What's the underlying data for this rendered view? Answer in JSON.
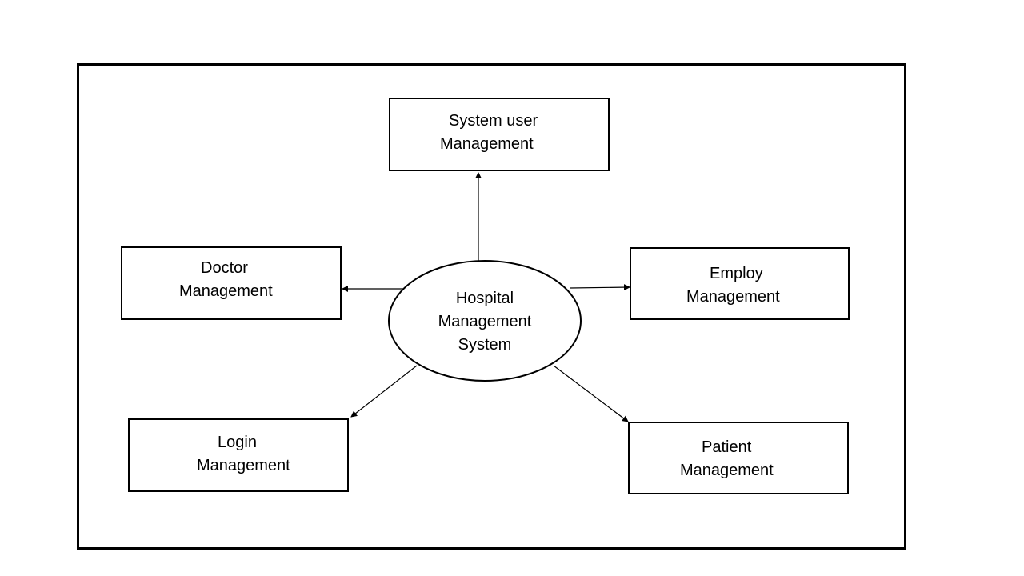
{
  "diagram": {
    "center": {
      "line1": "Hospital",
      "line2": "Management",
      "line3": "System"
    },
    "nodes": {
      "system_user": {
        "line1": "System user",
        "line2": "Management"
      },
      "doctor": {
        "line1": "Doctor",
        "line2": "Management"
      },
      "employ": {
        "line1": "Employ",
        "line2": "Management"
      },
      "login": {
        "line1": "Login",
        "line2": "Management"
      },
      "patient": {
        "line1": "Patient",
        "line2": "Management"
      }
    }
  },
  "colors": {
    "stroke": "#000000",
    "background": "#ffffff"
  }
}
